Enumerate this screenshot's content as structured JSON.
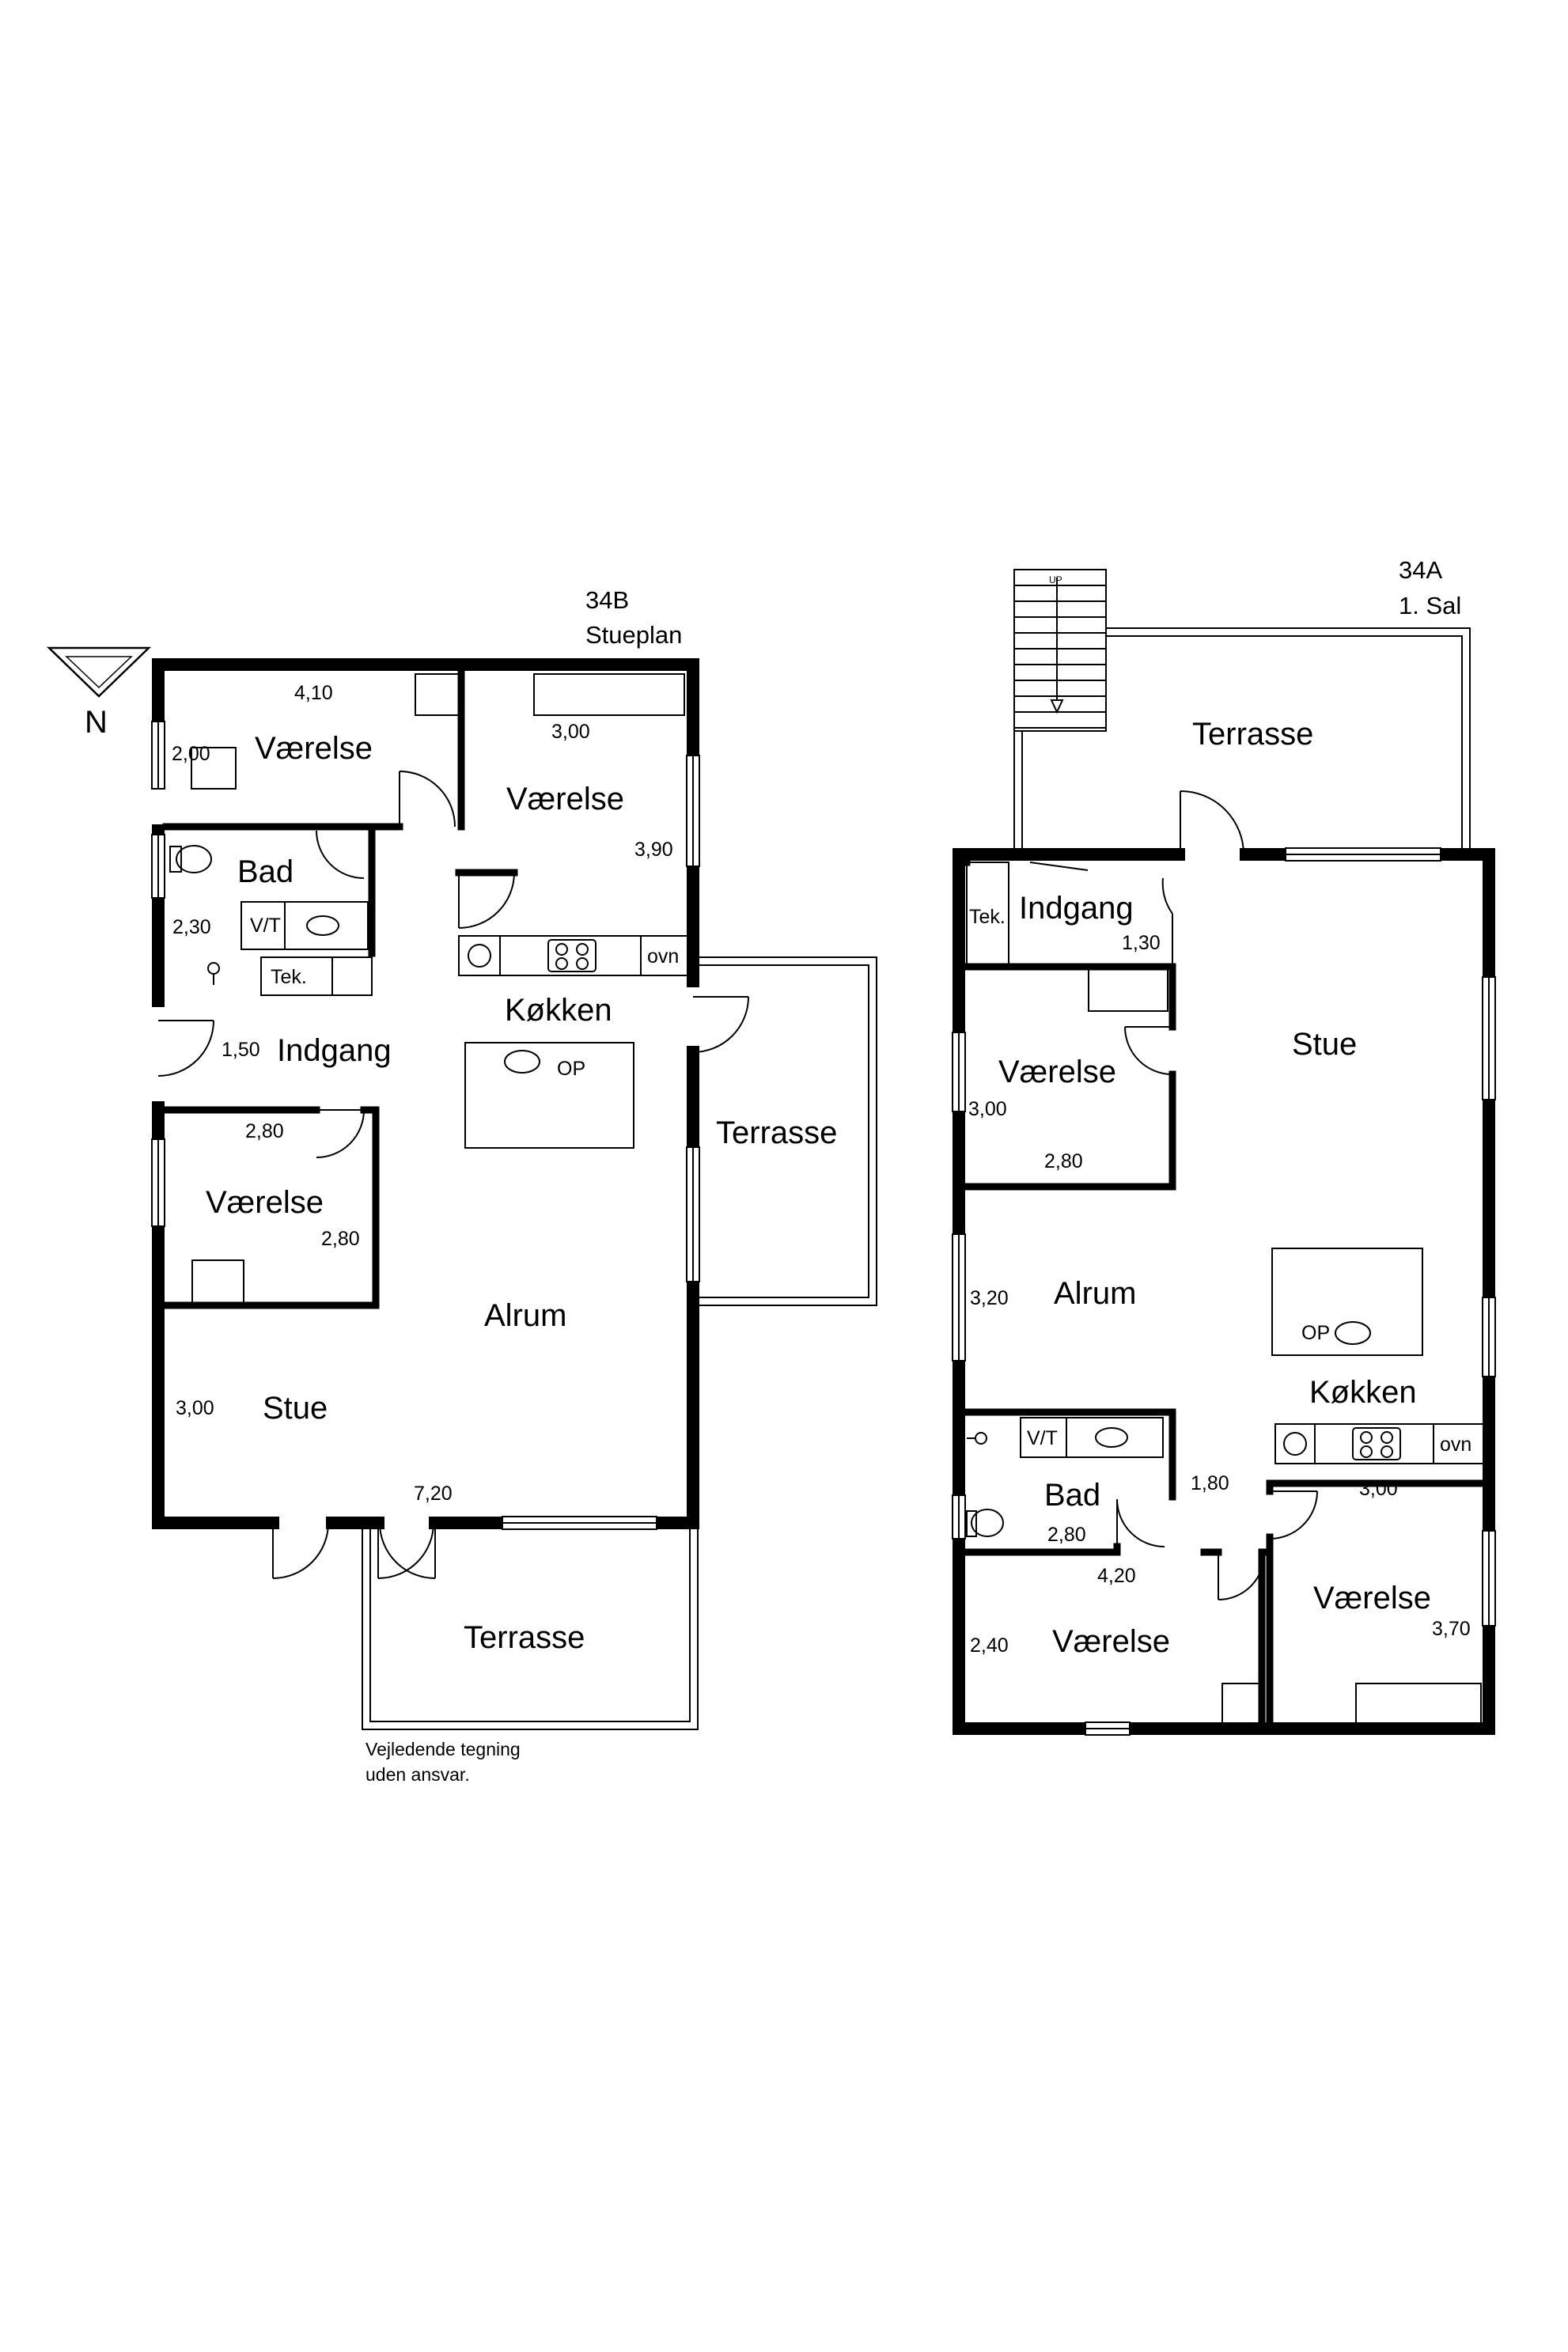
{
  "compass": {
    "label": "N"
  },
  "ground_floor": {
    "code": "34B",
    "name": "Stueplan",
    "rooms": {
      "vaerelse_nw": "Værelse",
      "vaerelse_ne": "Værelse",
      "bad": "Bad",
      "kokken": "Køkken",
      "indgang": "Indgang",
      "terrasse_e": "Terrasse",
      "vaerelse_w": "Værelse",
      "alrum": "Alrum",
      "stue": "Stue",
      "terrasse_s": "Terrasse"
    },
    "dimensions": {
      "vaerelse_nw_w": "4,10",
      "vaerelse_nw_h": "2,00",
      "vaerelse_ne_w": "3,00",
      "vaerelse_ne_h": "3,90",
      "bad_h": "2,30",
      "indgang_w": "1,50",
      "vaerelse_w_w": "2,80",
      "vaerelse_w_h": "2,80",
      "stue_h": "3,00",
      "total_w": "7,20"
    },
    "fixtures": {
      "vt": "V/T",
      "tek": "Tek.",
      "op": "OP",
      "ovn": "ovn"
    },
    "note": [
      "Vejledende tegning",
      "uden ansvar."
    ]
  },
  "first_floor": {
    "code": "34A",
    "name": "1. Sal",
    "stair_label": "UP",
    "rooms": {
      "terrasse": "Terrasse",
      "indgang": "Indgang",
      "stue": "Stue",
      "vaerelse_w": "Værelse",
      "alrum": "Alrum",
      "kokken": "Køkken",
      "bad": "Bad",
      "vaerelse_sw": "Værelse",
      "vaerelse_se": "Værelse"
    },
    "dimensions": {
      "indgang_w": "1,30",
      "vaerelse_w_h": "3,00",
      "vaerelse_w_w": "2,80",
      "alrum_h": "3,20",
      "hall_w": "1,80",
      "bad_w": "2,80",
      "vaerelse_se_w": "3,00",
      "vaerelse_sw_w": "4,20",
      "vaerelse_sw_h": "2,40",
      "vaerelse_se_h": "3,70"
    },
    "fixtures": {
      "tek": "Tek.",
      "vt": "V/T",
      "op": "OP",
      "ovn": "ovn"
    }
  }
}
